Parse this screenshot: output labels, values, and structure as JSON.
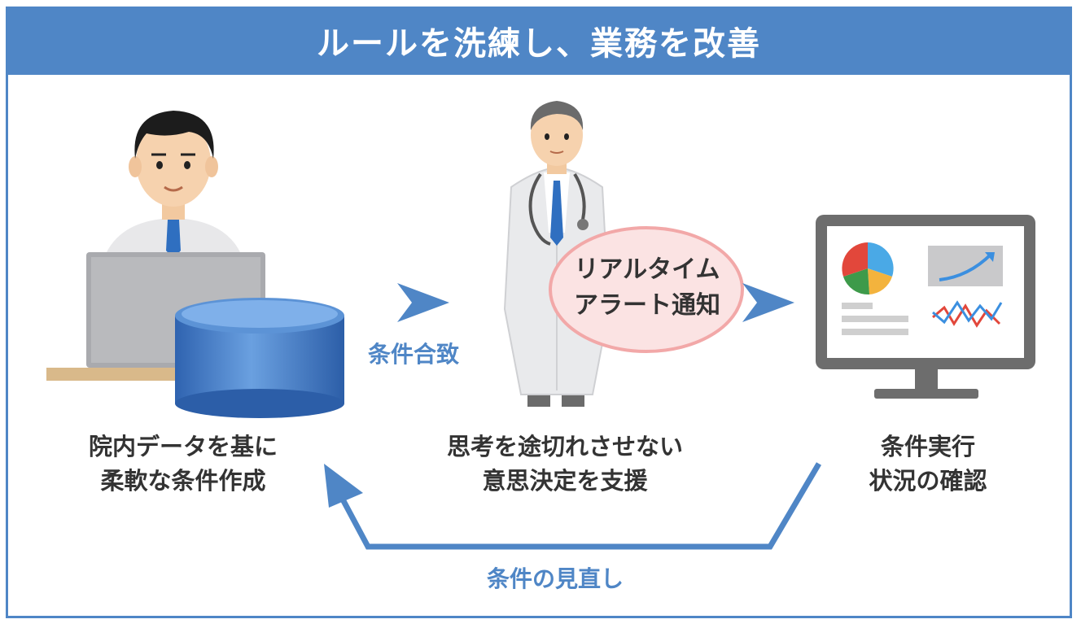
{
  "header": {
    "title": "ルールを洗練し、業務を改善"
  },
  "steps": {
    "create": {
      "line1": "院内データを基に",
      "line2": "柔軟な条件作成"
    },
    "support": {
      "line1": "思考を途切れさせない",
      "line2": "意思決定を支援"
    },
    "confirm": {
      "line1": "条件実行",
      "line2": "状況の確認"
    }
  },
  "arrows": {
    "match_label": "条件合致",
    "review_label": "条件の見直し"
  },
  "alert": {
    "line1": "リアルタイム",
    "line2": "アラート通知"
  },
  "icons": {
    "staff": "office-worker-icon",
    "database": "database-icon",
    "doctor": "doctor-icon",
    "monitor": "dashboard-monitor-icon"
  },
  "colors": {
    "accent": "#4f86c6",
    "bubble_fill": "#fbe3e3",
    "bubble_border": "#f2a8a8"
  }
}
